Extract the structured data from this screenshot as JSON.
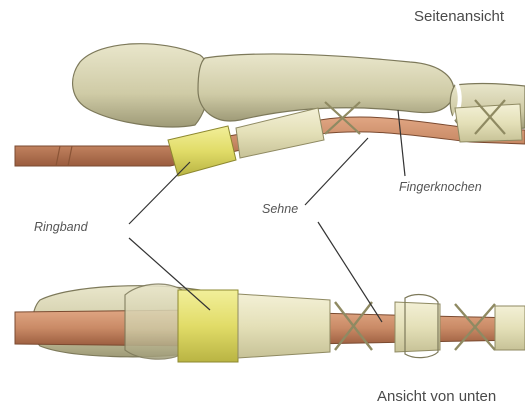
{
  "views": {
    "side": "Seitenansicht",
    "bottom": "Ansicht von unten"
  },
  "labels": {
    "ringband": "Ringband",
    "sehne": "Sehne",
    "fingerknochen": "Fingerknochen"
  },
  "colors": {
    "bone": "#d4d0ac",
    "bone_shadow": "#a9a57e",
    "tendon": "#c98a66",
    "tendon_dark": "#9a5c3e",
    "ring_yellow": "#e4e07a",
    "sheath": "#ece8c8",
    "leader": "#333333"
  }
}
